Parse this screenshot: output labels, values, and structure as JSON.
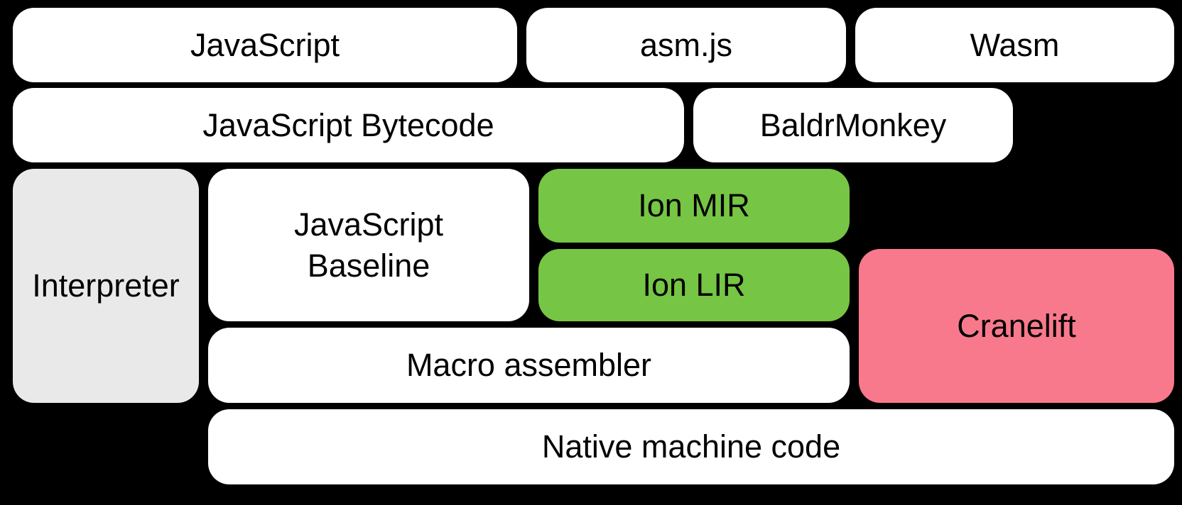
{
  "diagram": {
    "background_color": "#000000",
    "text_color": "#000000",
    "box_colors": {
      "white": "#ffffff",
      "gray": "#e9e9e9",
      "green": "#76c544",
      "pink": "#f8798c"
    },
    "nodes": [
      {
        "id": "javascript",
        "label": "JavaScript",
        "variant": "white"
      },
      {
        "id": "asmjs",
        "label": "asm.js",
        "variant": "white"
      },
      {
        "id": "wasm",
        "label": "Wasm",
        "variant": "white"
      },
      {
        "id": "javascript-bytecode",
        "label": "JavaScript Bytecode",
        "variant": "white"
      },
      {
        "id": "baldrmonkey",
        "label": "BaldrMonkey",
        "variant": "white"
      },
      {
        "id": "interpreter",
        "label": "Interpreter",
        "variant": "gray"
      },
      {
        "id": "javascript-baseline",
        "label": "JavaScript\nBaseline",
        "variant": "white"
      },
      {
        "id": "ion-mir",
        "label": "Ion MIR",
        "variant": "green"
      },
      {
        "id": "ion-lir",
        "label": "Ion LIR",
        "variant": "green"
      },
      {
        "id": "cranelift",
        "label": "Cranelift",
        "variant": "pink"
      },
      {
        "id": "macro-assembler",
        "label": "Macro assembler",
        "variant": "white"
      },
      {
        "id": "native-machine-code",
        "label": "Native machine code",
        "variant": "white"
      }
    ]
  }
}
